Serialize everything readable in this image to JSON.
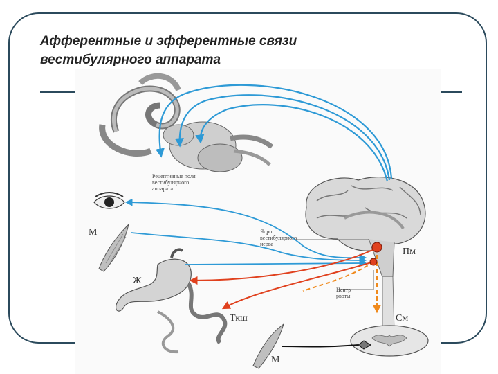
{
  "slide": {
    "title_line1": "Афферентные и эфферентные связи",
    "title_line2": "вестибулярного аппарата"
  },
  "diagram": {
    "labels": {
      "receptor_fields_1": "Рецептивные поля",
      "receptor_fields_2": "вестибулярного",
      "receptor_fields_3": "аппарата",
      "nucleus_1": "Ядро",
      "nucleus_2": "вестибулярного",
      "nucleus_3": "нерва",
      "vomit_center_1": "Центр",
      "vomit_center_2": "рвоты",
      "muscle_top": "М",
      "muscle_bottom": "М",
      "stomach": "Ж",
      "intestine": "Ткш",
      "medulla": "Пм",
      "spinal_cord": "См"
    },
    "colors": {
      "afferent": "#2e9ad6",
      "efferent": "#e0411e",
      "dashed_path": "#f08a1c",
      "motor_path": "#111111"
    }
  }
}
